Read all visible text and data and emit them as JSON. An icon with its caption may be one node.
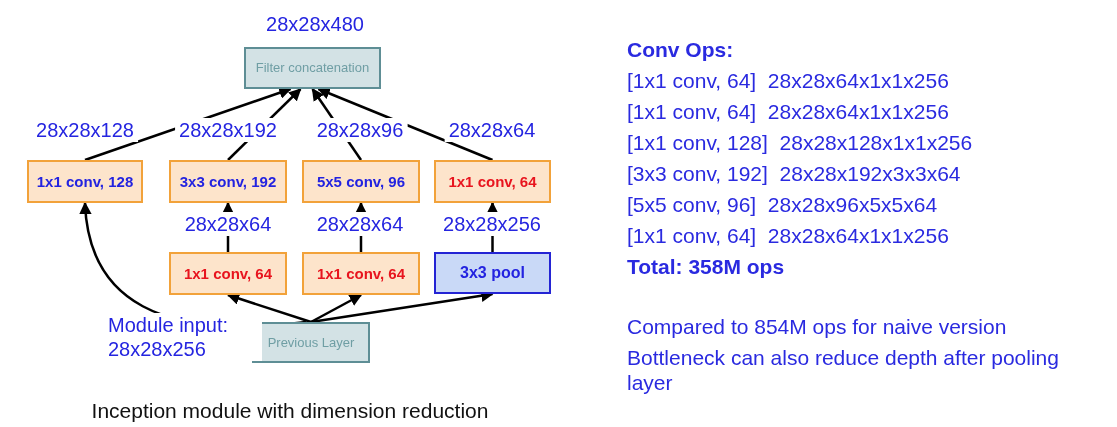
{
  "diagram": {
    "caption": "Inception module with dimension reduction",
    "nodes": [
      {
        "text": [
          "Filter concatenation"
        ],
        "beside": [
          "28x28x480"
        ]
      },
      {
        "text": [
          "1x1 conv, 128"
        ],
        "beside": [
          "28x28x128"
        ]
      },
      {
        "text": [
          "3x3 conv, 192"
        ],
        "beside": [
          "28x28x192"
        ]
      },
      {
        "text": [
          "5x5 conv, 96"
        ],
        "beside": [
          "28x28x96"
        ]
      },
      {
        "text": [
          "1x1 conv, 64"
        ],
        "beside": [
          "28x28x64"
        ]
      },
      {
        "text": [
          "1x1 conv, 64"
        ],
        "beside": [
          "28x28x64"
        ]
      },
      {
        "text": [
          "1x1 conv, 64"
        ],
        "beside": [
          "28x28x64"
        ]
      },
      {
        "text": [
          "3x3 pool"
        ],
        "beside": [
          "28x28x256"
        ]
      },
      {
        "text": [
          "Previous Layer"
        ],
        "beside": [
          "Module input: 28x28x256"
        ]
      }
    ],
    "edges": [
      {
        "from": 1,
        "to": 0,
        "arrow": "to"
      },
      {
        "from": 2,
        "to": 0,
        "arrow": "to"
      },
      {
        "from": 3,
        "to": 0,
        "arrow": "to"
      },
      {
        "from": 4,
        "to": 0,
        "arrow": "to"
      },
      {
        "from": 5,
        "to": 2,
        "arrow": "to"
      },
      {
        "from": 6,
        "to": 3,
        "arrow": "to"
      },
      {
        "from": 7,
        "to": 4,
        "arrow": "to"
      },
      {
        "from": 8,
        "to": 1,
        "arrow": "to"
      },
      {
        "from": 8,
        "to": 5,
        "arrow": "to"
      },
      {
        "from": 8,
        "to": 6,
        "arrow": "to"
      },
      {
        "from": 8,
        "to": 7,
        "arrow": "to"
      }
    ],
    "labels": [
      "Conv Ops:",
      "[1x1 conv, 64]  28x28x64x1x1x256",
      "[1x1 conv, 64]  28x28x64x1x1x256",
      "[1x1 conv, 128]  28x28x128x1x1x256",
      "[3x3 conv, 192]  28x28x192x3x3x64",
      "[5x5 conv, 96]  28x28x96x5x5x64",
      "[1x1 conv, 64]  28x28x64x1x1x256",
      "Total: 358M ops",
      "Compared to 854M ops for naive version",
      "Bottleneck can also reduce depth after pooling layer"
    ]
  }
}
